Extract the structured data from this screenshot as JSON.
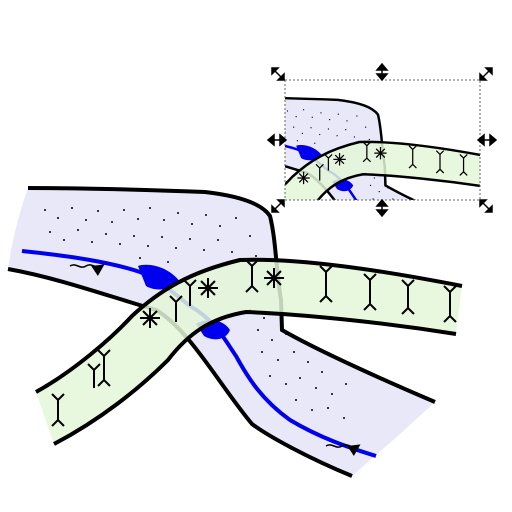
{
  "canvas": {
    "background": "#ffffff"
  },
  "colors": {
    "river_fill": "#e8e8f8",
    "river_blue": "#0000ee",
    "road_fill": "#e4f7d8",
    "stroke": "#000000",
    "selection_dash": "#666666"
  },
  "main_illustration": {
    "elements": [
      "river-valley",
      "river-stream",
      "road-band",
      "vegetation-symbols",
      "flow-arrows"
    ]
  },
  "selection": {
    "state": "selected",
    "handles": [
      "resize-handle-top-left",
      "resize-handle-top",
      "resize-handle-top-right",
      "resize-handle-left",
      "resize-handle-right",
      "resize-handle-bottom-left",
      "resize-handle-bottom",
      "resize-handle-bottom-right"
    ]
  },
  "icons": {
    "handle_corner": "diagonal-double-arrow-icon",
    "handle_vertical": "vertical-double-arrow-icon",
    "handle_horizontal": "horizontal-double-arrow-icon"
  }
}
